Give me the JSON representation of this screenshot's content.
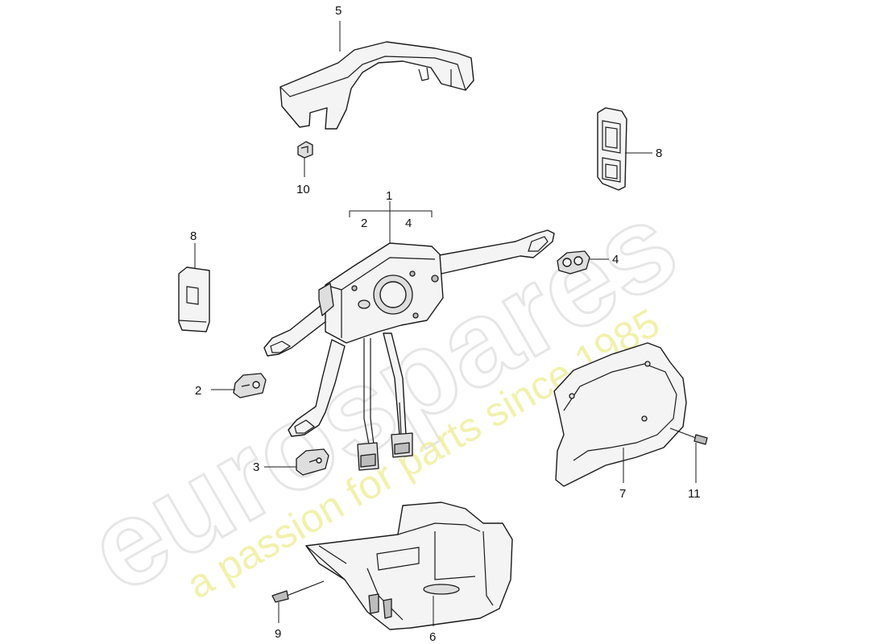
{
  "watermark": {
    "brand": "eurospares",
    "tagline": "a passion for parts since 1985"
  },
  "callouts": {
    "c1": "1",
    "c2_group": "2",
    "c4_group": "4",
    "c2": "2",
    "c3": "3",
    "c4": "4",
    "c5": "5",
    "c6": "6",
    "c7": "7",
    "c8_right": "8",
    "c8_left": "8",
    "c9": "9",
    "c10": "10",
    "c11": "11"
  }
}
